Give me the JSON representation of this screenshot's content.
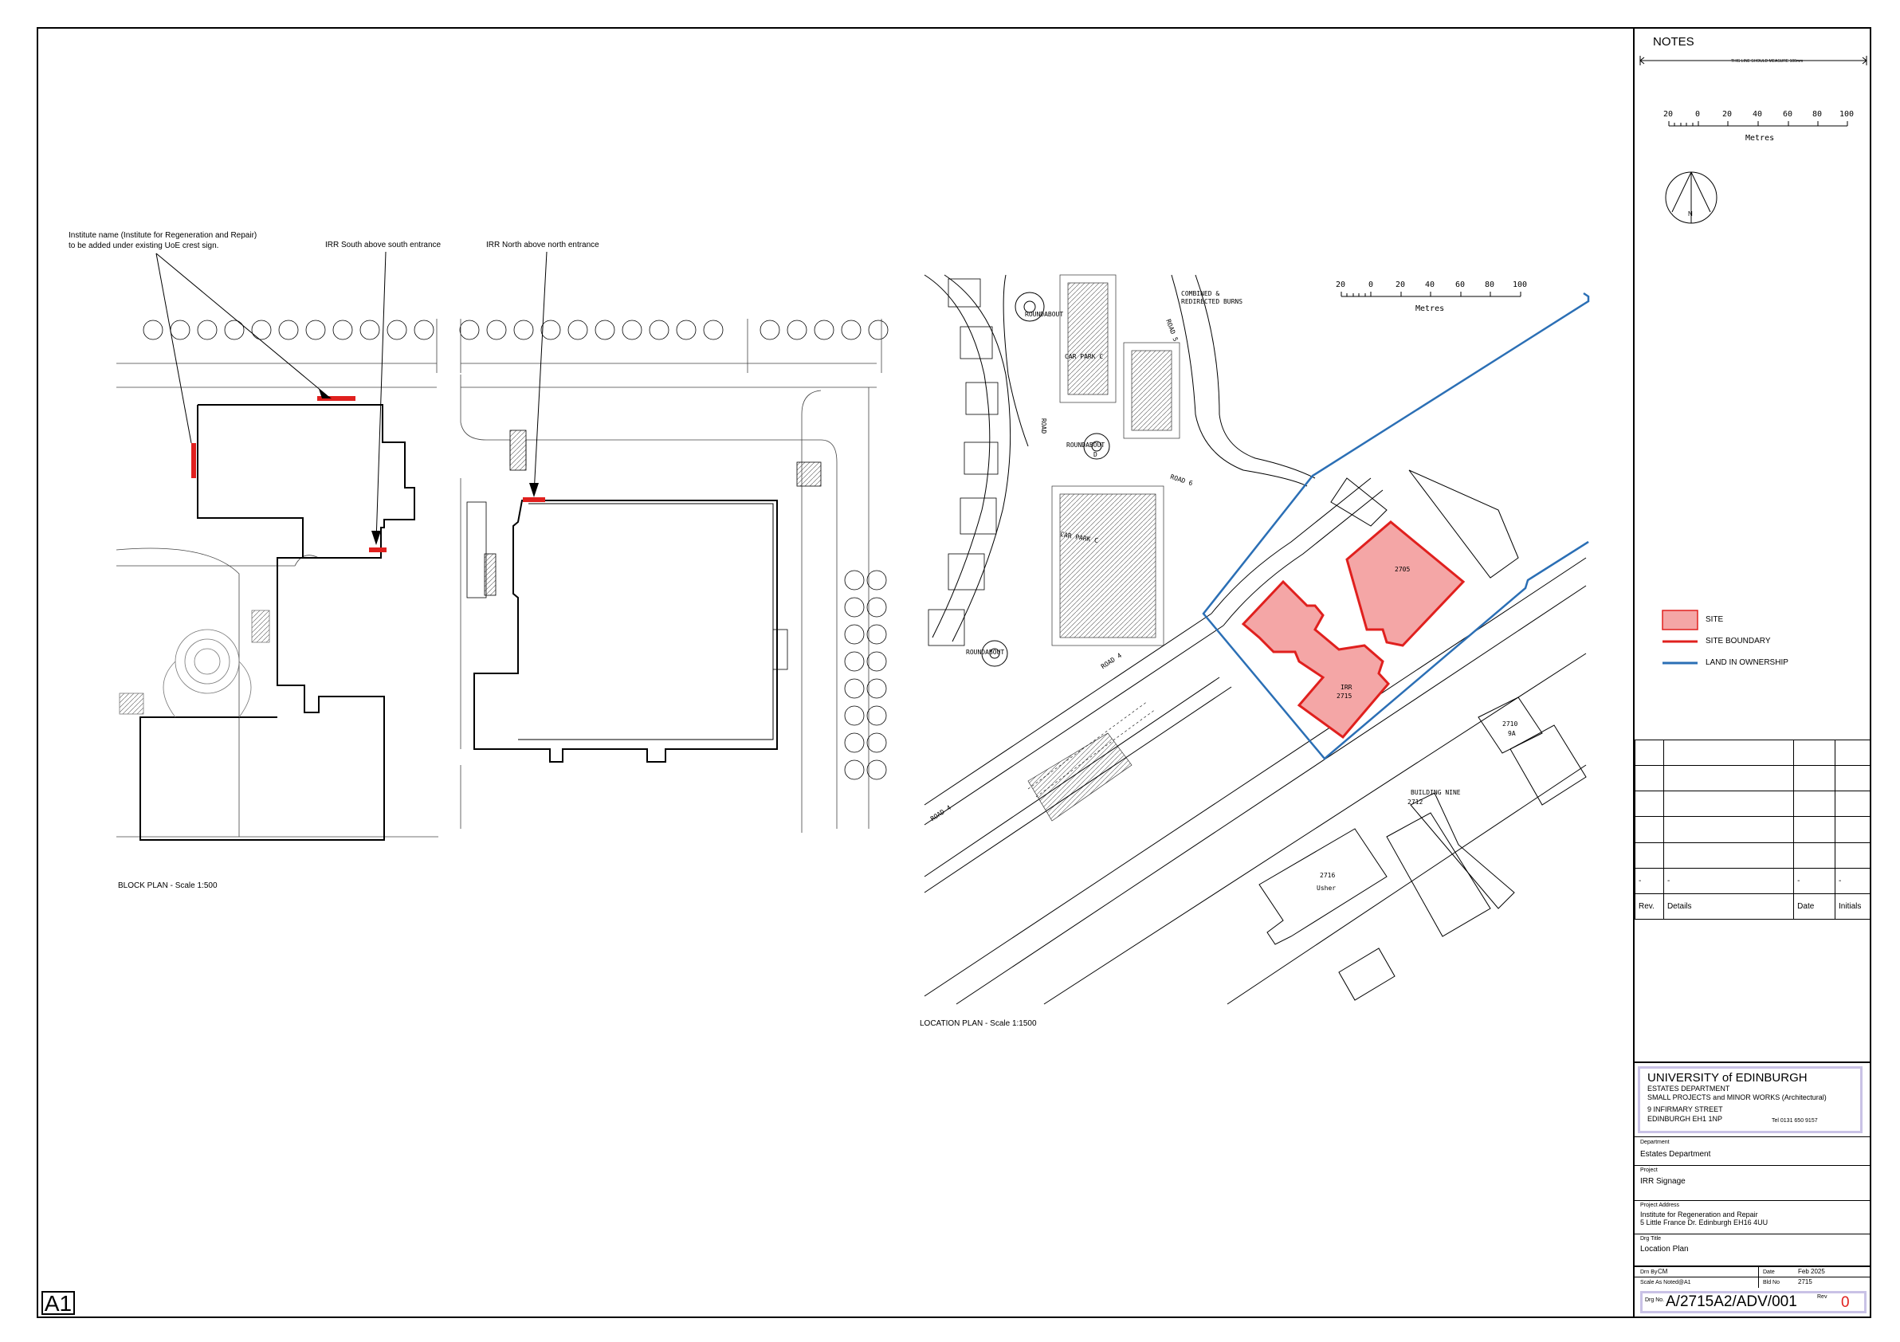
{
  "annotations": {
    "institute_note_line1": "Institute name (Institute for Regeneration and Repair)",
    "institute_note_line2": "to be added under existing UoE crest sign.",
    "irr_south": "IRR South above south entrance",
    "irr_north": "IRR North above north entrance"
  },
  "block_plan": {
    "caption": "BLOCK PLAN - Scale 1:500"
  },
  "location_plan": {
    "caption": "LOCATION PLAN - Scale 1:1500",
    "scale_ticks": [
      "20",
      "0",
      "20",
      "40",
      "60",
      "80",
      "100"
    ],
    "scale_unit": "Metres",
    "labels": {
      "combined_burns_1": "COMBINED &",
      "combined_burns_2": "REDIRECTED BURNS",
      "roundabout_top": "ROUNDABOUT",
      "car_park_top": "CAR PARK C",
      "roundabout_d": "ROUNDABOUT",
      "roundabout_d_letter": "D",
      "road_6": "ROAD 6",
      "car_park_c": "CAR PARK C",
      "roundabout_left": "ROUNDABOUT",
      "road_4_upper": "ROAD 4",
      "road_4_lower": "ROAD 4",
      "b2705": "2705",
      "irr": "IRR",
      "b2715": "2715",
      "b2710": "2710",
      "b9a": "9A",
      "building_nine": "BUILDING NINE",
      "b2712": "2712",
      "b2716": "2716",
      "usher": "Usher",
      "road_vert": "ROAD",
      "road_5": "ROAD 5"
    }
  },
  "notes": {
    "heading": "NOTES",
    "measure_line": "THIS LINE SHOULD MEASURE 100mm",
    "scale_ticks": [
      "20",
      "0",
      "20",
      "40",
      "60",
      "80",
      "100"
    ],
    "scale_unit": "Metres",
    "north_letter": "N"
  },
  "legend": [
    {
      "label": "SITE",
      "color": "#f4a6a6"
    },
    {
      "label": "SITE BOUNDARY",
      "color": "#e0201e"
    },
    {
      "label": "LAND IN OWNERSHIP",
      "color": "#2b6fb5"
    }
  ],
  "revisions": {
    "dash": "-",
    "headers": {
      "rev": "Rev.",
      "details": "Details",
      "date": "Date",
      "initials": "Initials"
    }
  },
  "title_block": {
    "university": "UNIVERSITY of EDINBURGH",
    "dept": "ESTATES DEPARTMENT",
    "section": "SMALL PROJECTS and MINOR WORKS (Architectural)",
    "street": "9 INFIRMARY STREET",
    "city": "EDINBURGH EH1 1NP",
    "tel": "Tel 0131 650 9157",
    "department_label": "Department",
    "department": "Estates Department",
    "project_label": "Project",
    "project": "IRR Signage",
    "address_label": "Project Address",
    "address1": "Institute for Regeneration and Repair",
    "address2": "5 Little France Dr. Edinburgh EH16 4UU",
    "drg_title_label": "Drg Title",
    "drg_title": "Location Plan",
    "drn_by_label": "Drn By",
    "drn_by": "CM",
    "date_label": "Date",
    "date": "Feb 2025",
    "scale_label": "Scale As Noted@A1",
    "bld_label": "Bld No",
    "bld_no": "2715",
    "drg_no_label": "Drg No.",
    "drg_no": "A/2715A2/ADV/001",
    "rev_label": "Rev",
    "rev": "0"
  },
  "sheet_size": "A1"
}
